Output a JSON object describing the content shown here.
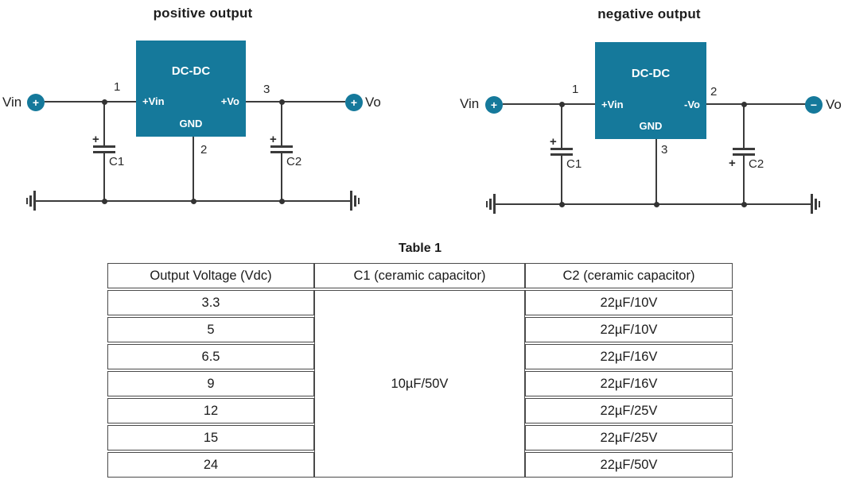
{
  "colors": {
    "accent": "#15799B",
    "wire": "#3B3B3B",
    "text": "#1F1F1F",
    "border": "#4A4A4A"
  },
  "positive": {
    "title": "positive output",
    "block_label": "DC-DC",
    "input_pin": {
      "number": "1",
      "label": "+Vin"
    },
    "output_pin": {
      "number": "3",
      "label": "+Vo"
    },
    "ground_pin": {
      "number": "2",
      "label": "GND"
    },
    "input_terminal": {
      "label": "Vin",
      "polarity": "+"
    },
    "output_terminal": {
      "label": "Vo",
      "polarity": "+"
    },
    "input_capacitor": {
      "label": "C1",
      "polarity": "+"
    },
    "output_capacitor": {
      "label": "C2",
      "polarity": "+"
    }
  },
  "negative": {
    "title": "negative output",
    "block_label": "DC-DC",
    "input_pin": {
      "number": "1",
      "label": "+Vin"
    },
    "output_pin": {
      "number": "2",
      "label": "-Vo"
    },
    "ground_pin": {
      "number": "3",
      "label": "GND"
    },
    "input_terminal": {
      "label": "Vin",
      "polarity": "+"
    },
    "output_terminal": {
      "label": "Vo",
      "polarity": "−"
    },
    "input_capacitor": {
      "label": "C1",
      "polarity": "+"
    },
    "output_capacitor": {
      "label": "C2",
      "polarity": "+"
    }
  },
  "table": {
    "title": "Table 1",
    "columns": [
      "Output Voltage (Vdc)",
      "C1 (ceramic capacitor)",
      "C2 (ceramic capacitor)"
    ],
    "c1_merged": "10µF/50V",
    "rows": [
      {
        "voltage": "3.3",
        "c2": "22µF/10V"
      },
      {
        "voltage": "5",
        "c2": "22µF/10V"
      },
      {
        "voltage": "6.5",
        "c2": "22µF/16V"
      },
      {
        "voltage": "9",
        "c2": "22µF/16V"
      },
      {
        "voltage": "12",
        "c2": "22µF/25V"
      },
      {
        "voltage": "15",
        "c2": "22µF/25V"
      },
      {
        "voltage": "24",
        "c2": "22µF/50V"
      }
    ]
  }
}
